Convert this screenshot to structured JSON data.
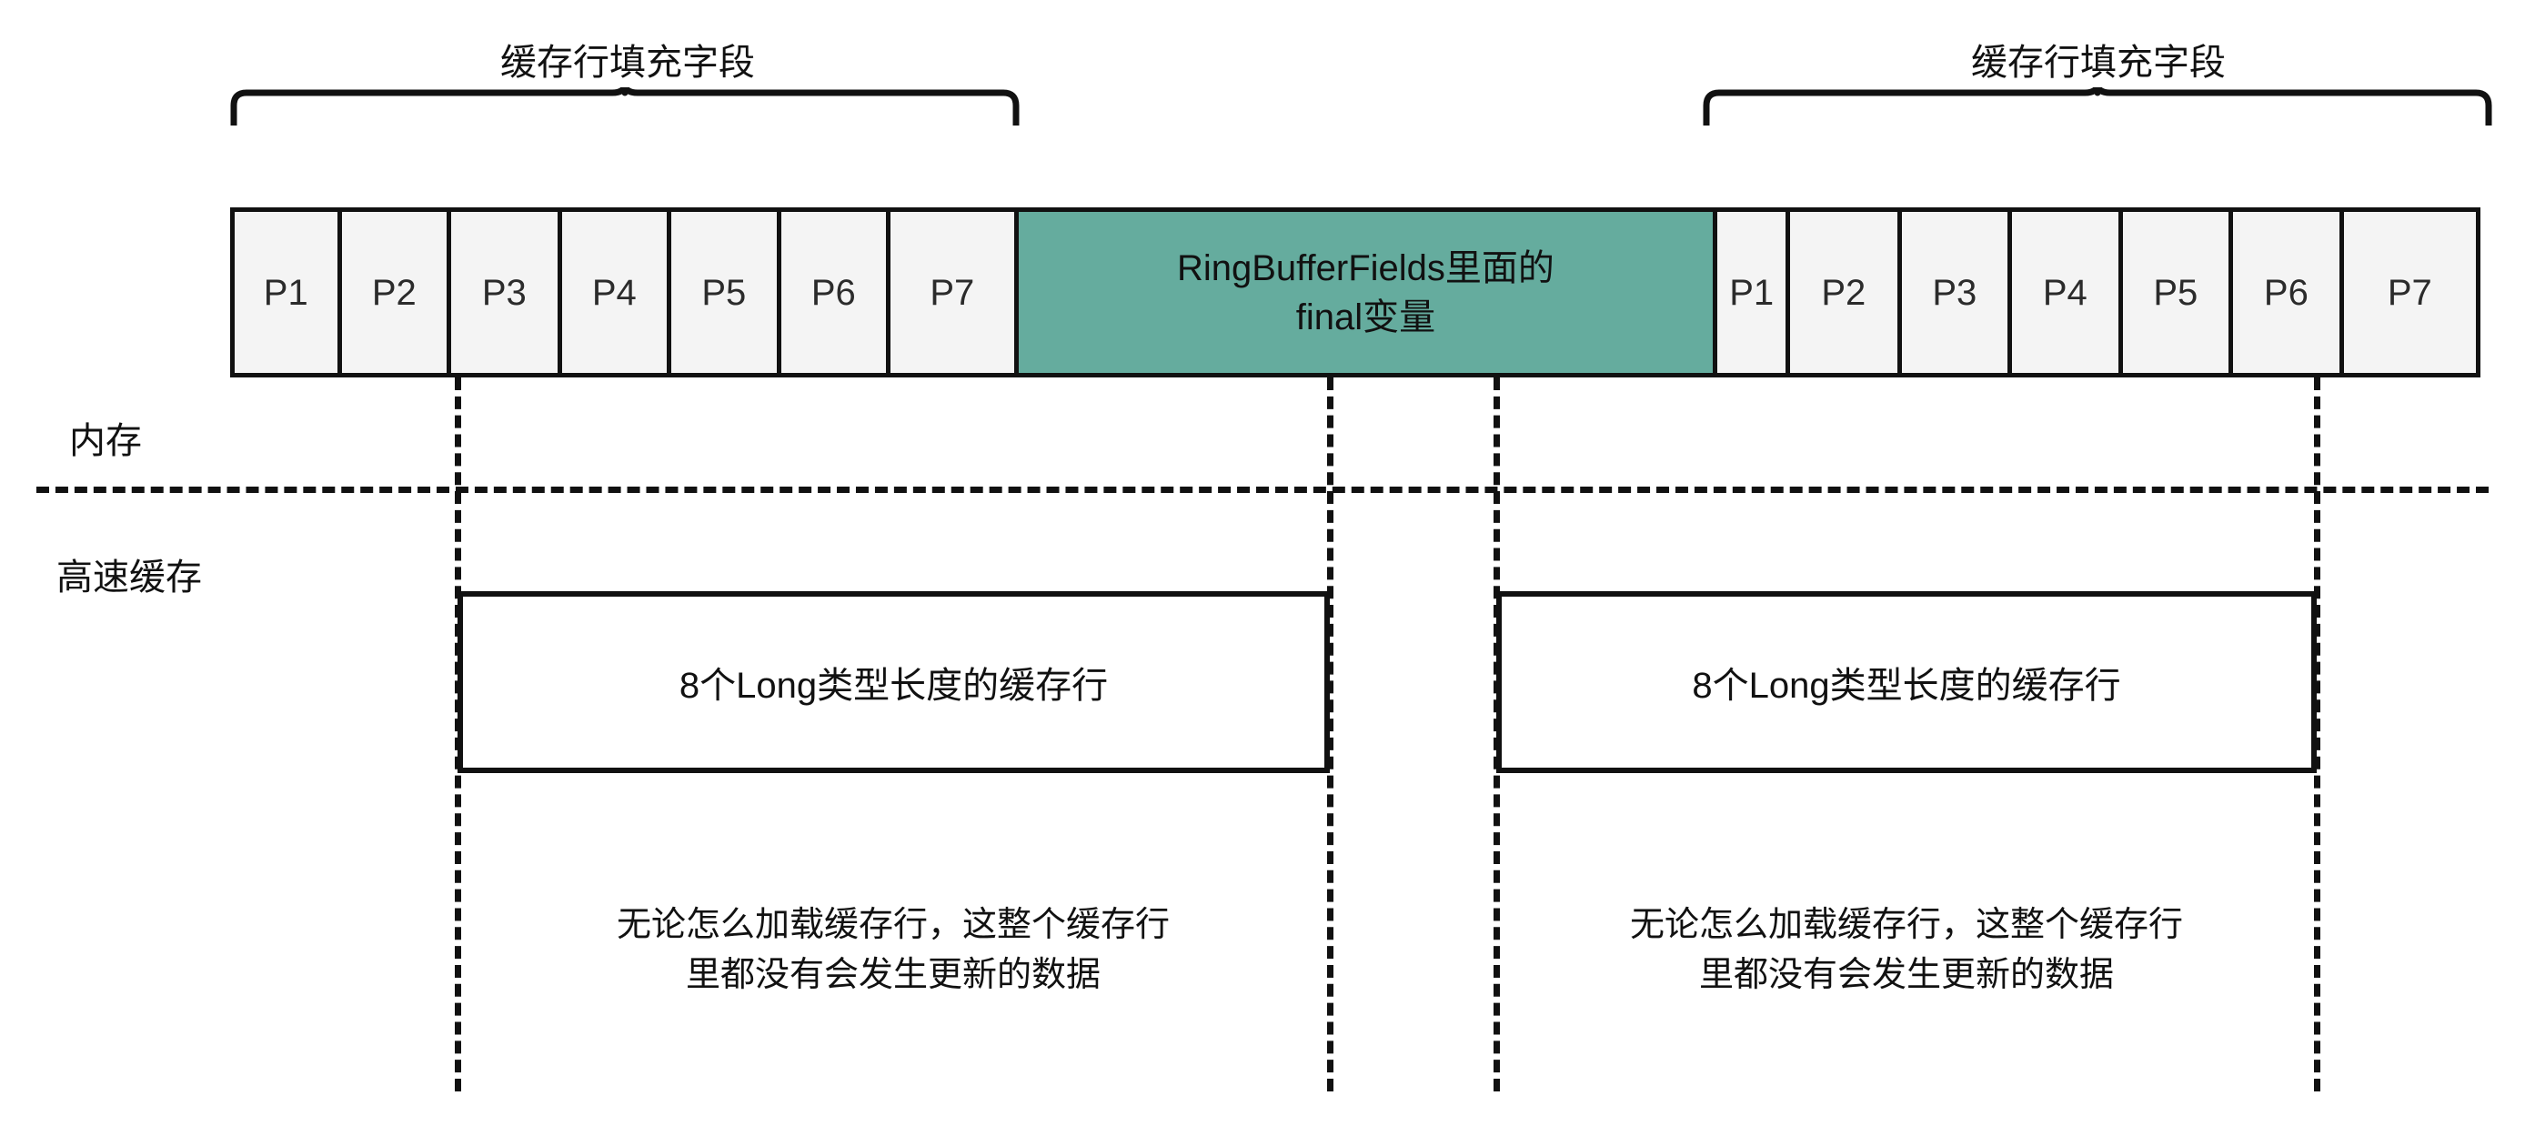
{
  "diagram": {
    "title": "RingBufferFields cache line padding layout",
    "colors": {
      "padding_cell_bg": "#f4f4f4",
      "final_field_bg": "#65ac9e",
      "stroke": "#111111",
      "page_bg": "#ffffff"
    },
    "braces": [
      {
        "label": "缓存行填充字段"
      },
      {
        "label": "缓存行填充字段"
      }
    ],
    "memory_bar": {
      "left_padding_cells": [
        "P1",
        "P2",
        "P3",
        "P4",
        "P5",
        "P6",
        "P7"
      ],
      "final_field": "RingBufferFields里面的\nfinal变量",
      "right_padding_cells": [
        "P1",
        "P2",
        "P3",
        "P4",
        "P5",
        "P6",
        "P7"
      ]
    },
    "side_labels": {
      "memory": "内存",
      "cache": "高速缓存"
    },
    "cache_lines": [
      {
        "label": "8个Long类型长度的缓存行"
      },
      {
        "label": "8个Long类型长度的缓存行"
      }
    ],
    "notes": [
      {
        "text": "无论怎么加载缓存行，这整个缓存行\n里都没有会发生更新的数据"
      },
      {
        "text": "无论怎么加载缓存行，这整个缓存行\n里都没有会发生更新的数据"
      }
    ]
  }
}
